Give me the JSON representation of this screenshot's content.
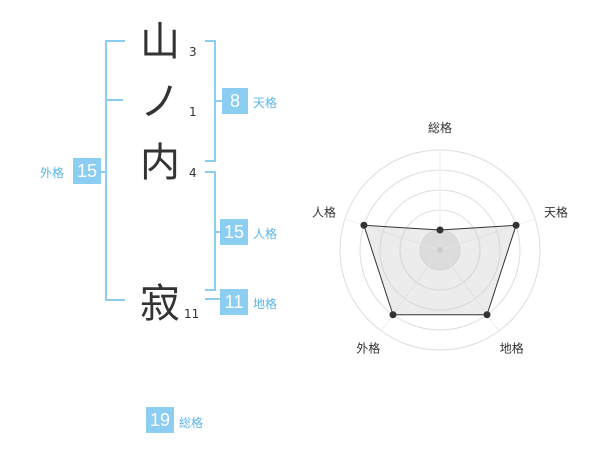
{
  "name": {
    "chars": [
      {
        "char": "山",
        "strokes": "3"
      },
      {
        "char": "ノ",
        "strokes": "1"
      },
      {
        "char": "内",
        "strokes": "4"
      },
      {
        "char": "寂",
        "strokes": "11"
      }
    ]
  },
  "grid": {
    "tenkaku": {
      "value": "8",
      "label": "天格"
    },
    "jinkaku": {
      "value": "15",
      "label": "人格"
    },
    "chikaku": {
      "value": "11",
      "label": "地格"
    },
    "gaikaku": {
      "value": "15",
      "label": "外格"
    },
    "soukaku": {
      "value": "19",
      "label": "総格"
    }
  },
  "colors": {
    "accent": "#8ccdf2",
    "label": "#5bb5e8",
    "text": "#333333"
  },
  "chart_data": {
    "type": "radar",
    "axes": [
      "総格",
      "天格",
      "地格",
      "外格",
      "人格"
    ],
    "levels": 5,
    "values": [
      1,
      4,
      4,
      4,
      4
    ],
    "max": 5
  }
}
